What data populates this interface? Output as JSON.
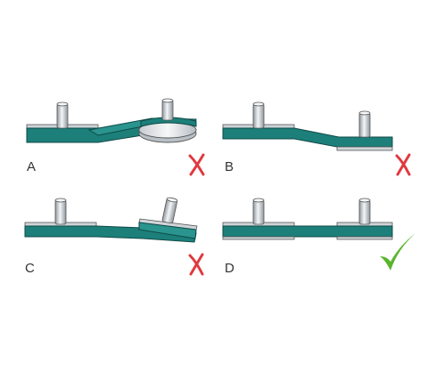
{
  "colors": {
    "belt": "#1c7f7a",
    "belt_edge": "#0f4a47",
    "shaft_light": "#eceef0",
    "shaft_dark": "#9aa3aa",
    "wrong": "#e0393e",
    "right": "#5ab52e"
  },
  "panels": [
    {
      "label": "A",
      "verdict": "wrong",
      "verdict_icon": "cross-icon"
    },
    {
      "label": "B",
      "verdict": "wrong",
      "verdict_icon": "cross-icon"
    },
    {
      "label": "C",
      "verdict": "wrong",
      "verdict_icon": "cross-icon"
    },
    {
      "label": "D",
      "verdict": "correct",
      "verdict_icon": "check-icon"
    }
  ]
}
